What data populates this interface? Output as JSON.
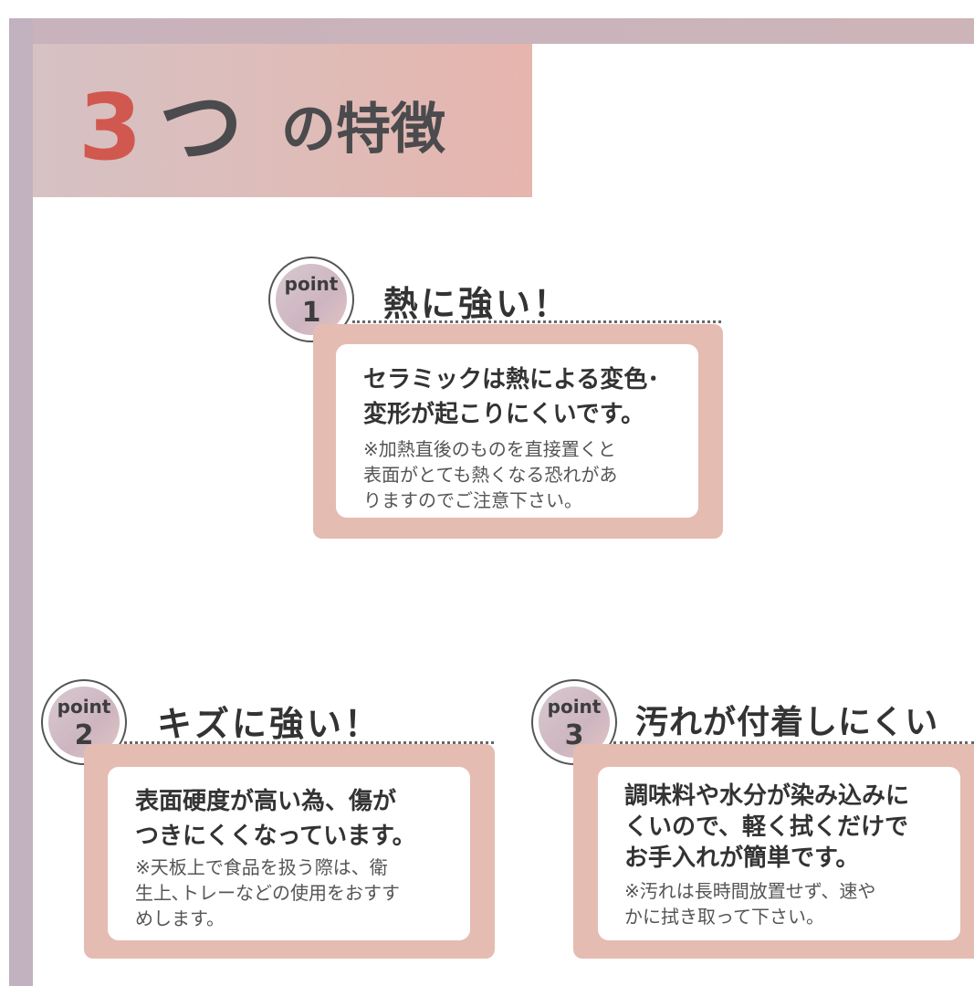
{
  "title": {
    "number": "3",
    "tsu": "つ",
    "rest": "の特徴"
  },
  "points": [
    {
      "badge_word": "point",
      "badge_num": "1",
      "heading": "熱に強い！",
      "lines": [
        "セラミックは熱による変色･",
        "変形が起こりにくいです。"
      ],
      "notes": [
        "※加熱直後のものを直接置くと",
        "表面がとても熱くなる恐れがあ",
        "りますのでご注意下さい。"
      ]
    },
    {
      "badge_word": "point",
      "badge_num": "2",
      "heading": "キズに強い！",
      "lines": [
        "表面硬度が高い為、傷が",
        "つきにくくなっています。"
      ],
      "notes": [
        "※天板上で食品を扱う際は、衛",
        "生上､トレーなどの使用をおすす",
        "めします。"
      ]
    },
    {
      "badge_word": "point",
      "badge_num": "3",
      "heading": "汚れが付着しにくい",
      "lines": [
        "調味料や水分が染み込みに",
        "くいので、軽く拭くだけで",
        "お手入れが簡単です。"
      ],
      "notes": [
        "※汚れは長時間放置せず、速や",
        "かに拭き取って下さい。"
      ]
    }
  ]
}
